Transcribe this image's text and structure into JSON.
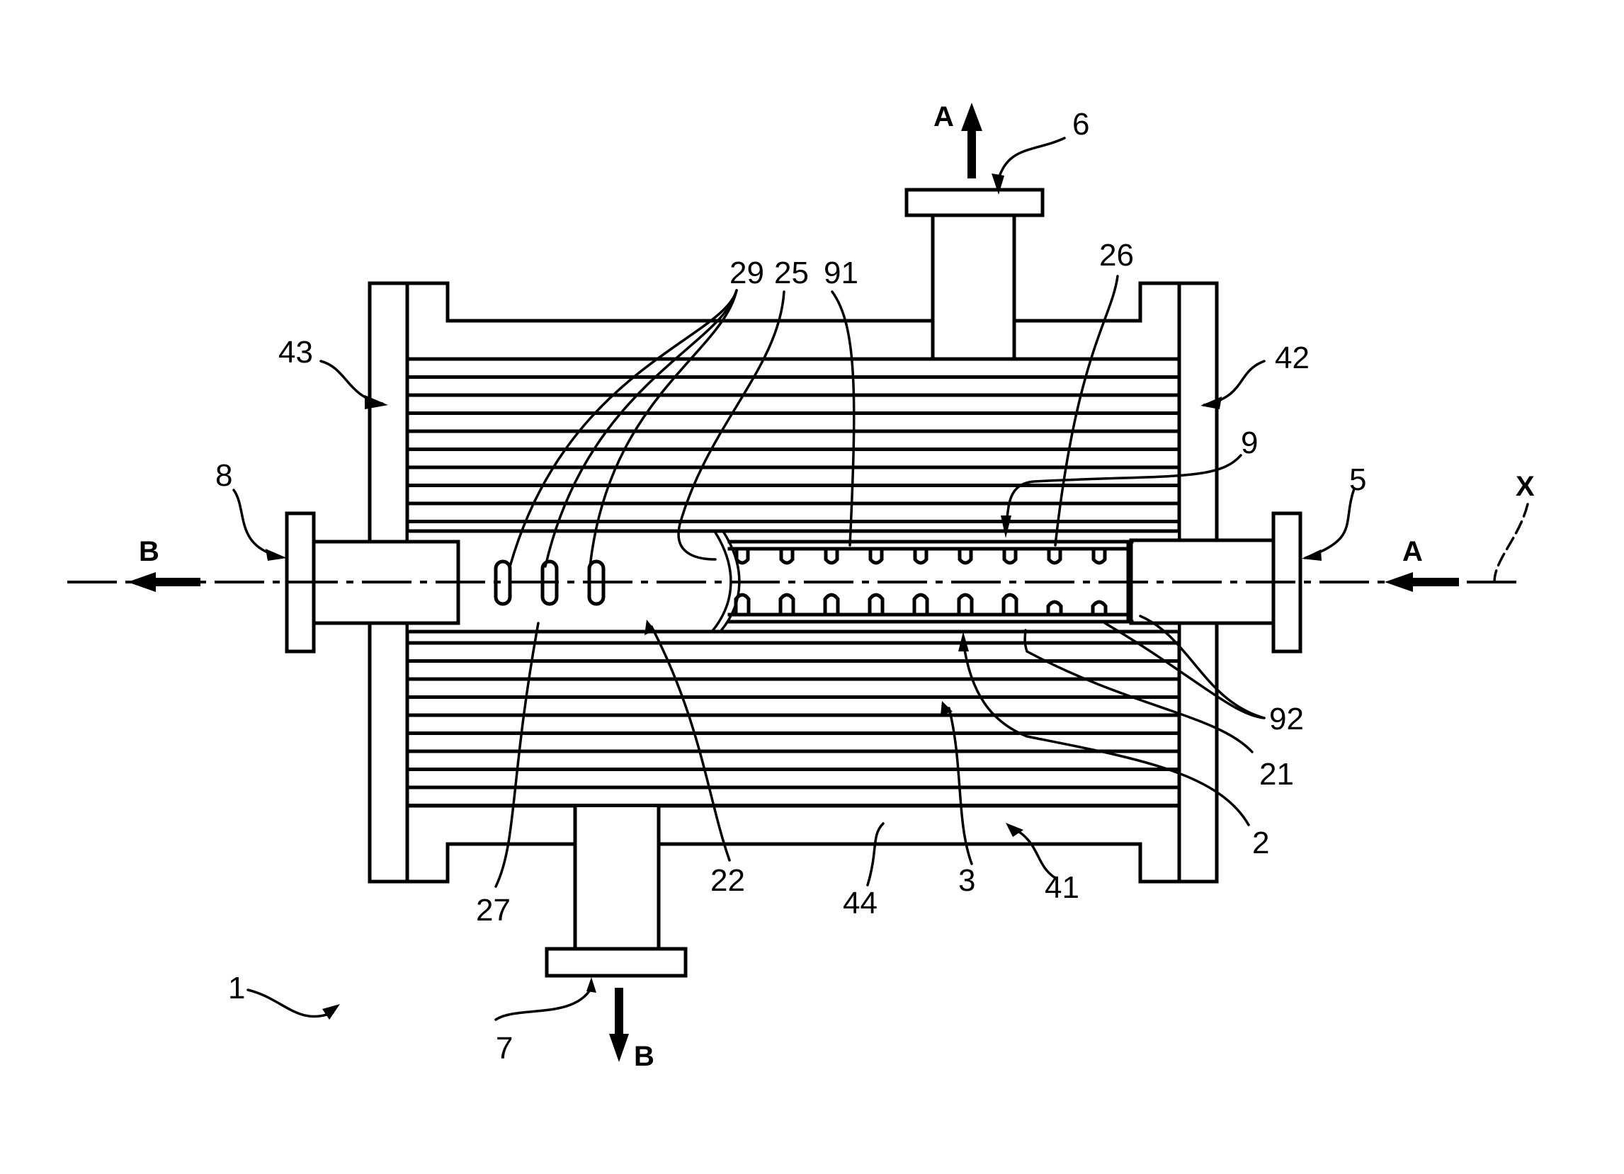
{
  "figure": {
    "title": "Heat exchanger with insert (patent figure)",
    "axis_label": "X",
    "flow_labels": {
      "inlet_right": "A",
      "outlet_top": "A",
      "outlet_left": "B",
      "outlet_bottom": "B"
    },
    "reference_numerals": {
      "device": "1",
      "insert_tube": "2",
      "tube_bundle": "3",
      "inlet_5": "5",
      "outlet_6": "6",
      "outlet_7": "7",
      "outlet_8": "8",
      "insert_9": "9",
      "wall_21": "21",
      "chamber_22": "22",
      "end_25": "25",
      "wall_26": "26",
      "region_27": "27",
      "openings_29": "29",
      "shell_41": "41",
      "plate_42": "42",
      "plate_43": "43",
      "space_44": "44",
      "fins_91": "91",
      "fins_92": "92"
    },
    "tube_count_upper": 10,
    "tube_count_lower": 10,
    "fin_count_upper": 9,
    "fin_count_lower": 9,
    "slot_openings_count": 3
  }
}
